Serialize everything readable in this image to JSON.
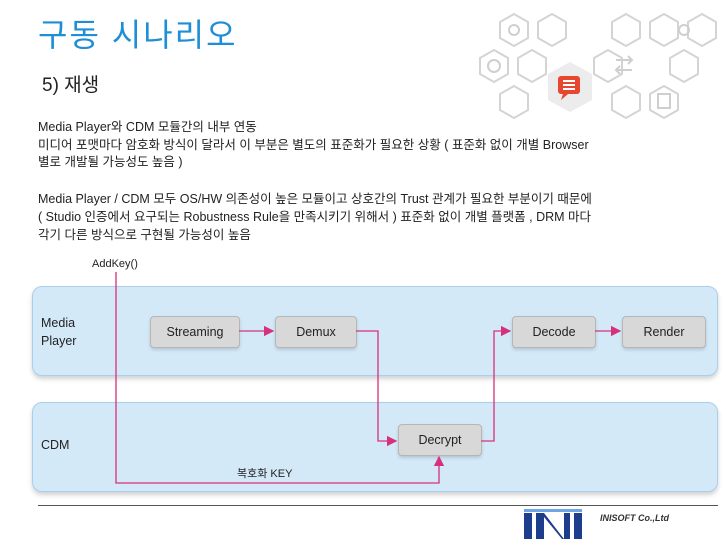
{
  "slide": {
    "title": "구동 시나리오",
    "subtitle": "5) 재생",
    "para1": "Media Player와 CDM 모듈간의 내부 연동",
    "para2_line1": "미디어 포맷마다 암호화 방식이 달라서 이 부분은 별도의 표준화가 필요한 상황 ( 표준화 없이 개별 Browser",
    "para2_line2": "별로 개발될 가능성도 높음 )",
    "para3_line1": "Media Player / CDM 모두 OS/HW 의존성이 높은 모듈이고 상호간의 Trust 관계가 필요한 부분이기 때문에",
    "para3_line2": "( Studio 인증에서 요구되는 Robustness Rule을 만족시키기 위해서 ) 표준화 없이 개별 플랫폼 , DRM 마다",
    "para3_line3": "각기 다른 방식으로 구현될 가능성이 높음"
  },
  "diagram": {
    "media_player_label": "Media Player",
    "cdm_label": "CDM",
    "addkey_label": "AddKey()",
    "key_label": "복호화 KEY",
    "boxes": {
      "streaming": "Streaming",
      "demux": "Demux",
      "decode": "Decode",
      "render": "Render",
      "decrypt": "Decrypt"
    }
  },
  "footer": {
    "logo_text": "INI",
    "company": "INISOFT Co.,Ltd"
  },
  "colors": {
    "title": "#1e8fd6",
    "lane_fill": "#d4e9f8",
    "box_fill": "#d8d8d8",
    "arrow": "#d6317a",
    "logo_blue": "#1c3e8c",
    "chat_icon": "#e8472d"
  }
}
